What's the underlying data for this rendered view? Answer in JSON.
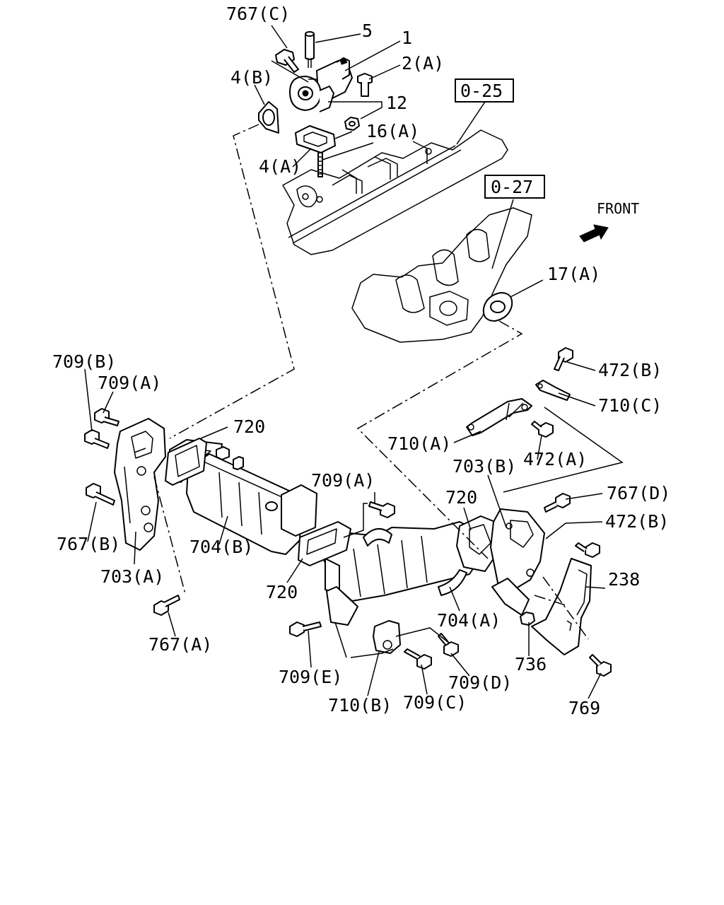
{
  "direction": {
    "label": "FRONT",
    "icon": "front-arrow-icon"
  },
  "ref_boxes": {
    "intake_manifold": "0-25",
    "exhaust_manifold": "0-27"
  },
  "callouts": {
    "c767c": "767(C)",
    "c5": "5",
    "c1": "1",
    "c2a": "2(A)",
    "c4b": "4(B)",
    "c12": "12",
    "c16a": "16(A)",
    "c4a": "4(A)",
    "c17a": "17(A)",
    "c709b": "709(B)",
    "c709a_left": "709(A)",
    "c720_top": "720",
    "c472b_top": "472(B)",
    "c710c": "710(C)",
    "c710a": "710(A)",
    "c703b": "703(B)",
    "c472a": "472(A)",
    "c709a_mid": "709(A)",
    "c720_mid": "720",
    "c767d": "767(D)",
    "c472b_right": "472(B)",
    "c767b": "767(B)",
    "c704b": "704(B)",
    "c703a": "703(A)",
    "c238": "238",
    "c720_low": "720",
    "c704a": "704(A)",
    "c736": "736",
    "c767a": "767(A)",
    "c709e": "709(E)",
    "c709d": "709(D)",
    "c710b": "710(B)",
    "c709c": "709(C)",
    "c769": "769"
  }
}
